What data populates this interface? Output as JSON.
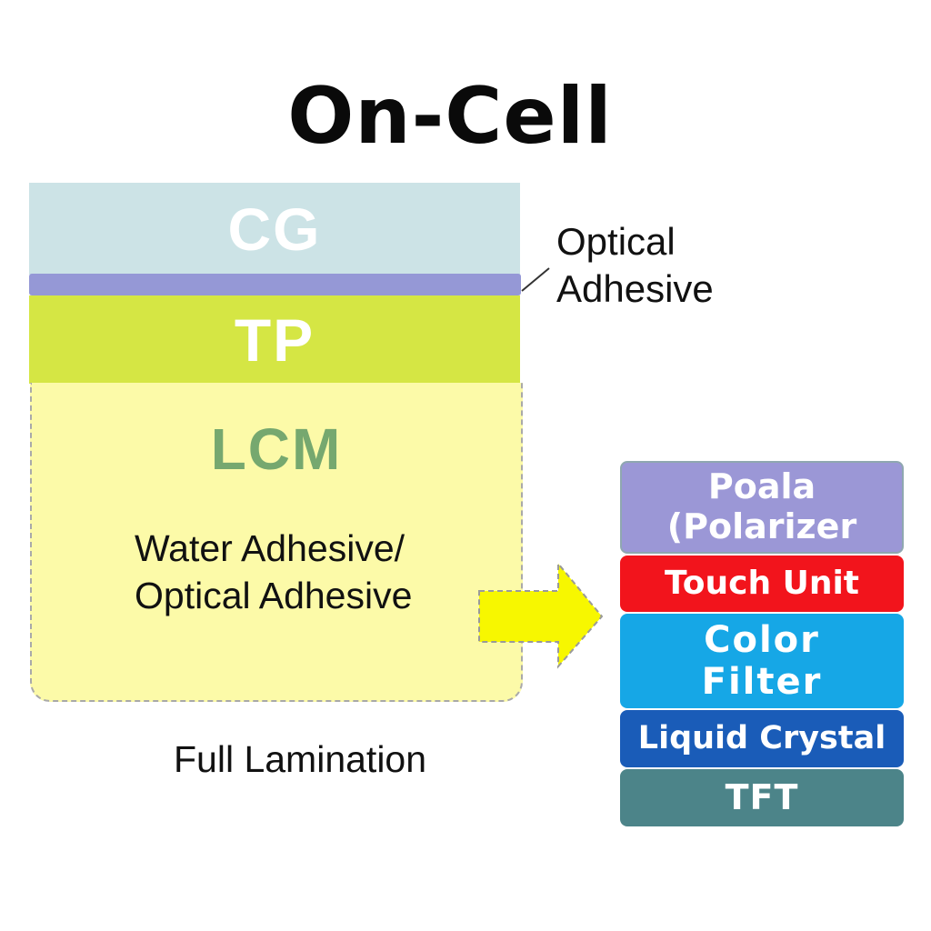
{
  "title": "On-Cell",
  "left_stack": {
    "cg": "CG",
    "tp": "TP",
    "lcm": "LCM",
    "lcm_adhesive_line1": "Water Adhesive/",
    "lcm_adhesive_line2": "Optical Adhesive"
  },
  "optical_adhesive_label": {
    "line1": "Optical",
    "line2": "Adhesive"
  },
  "footer_label": "Full Lamination",
  "right_stack": {
    "poala_line1": "Poala",
    "poala_line2": "(Polarizer",
    "touch_unit": "Touch Unit",
    "color_filter_line1": "Color",
    "color_filter_line2": "Filter",
    "liquid_crystal": "Liquid Crystal",
    "tft": "TFT"
  },
  "colors": {
    "cg": "#cce3e6",
    "optical_adhesive": "#9598d6",
    "tp": "#d5e644",
    "lcm": "#fcfaa8",
    "lcm_text": "#76a86f",
    "arrow": "#f7f700",
    "poala": "#9b97d6",
    "touch_unit": "#f2141c",
    "color_filter": "#16a7e6",
    "liquid_crystal": "#1a5cb8",
    "tft": "#4c8489"
  }
}
